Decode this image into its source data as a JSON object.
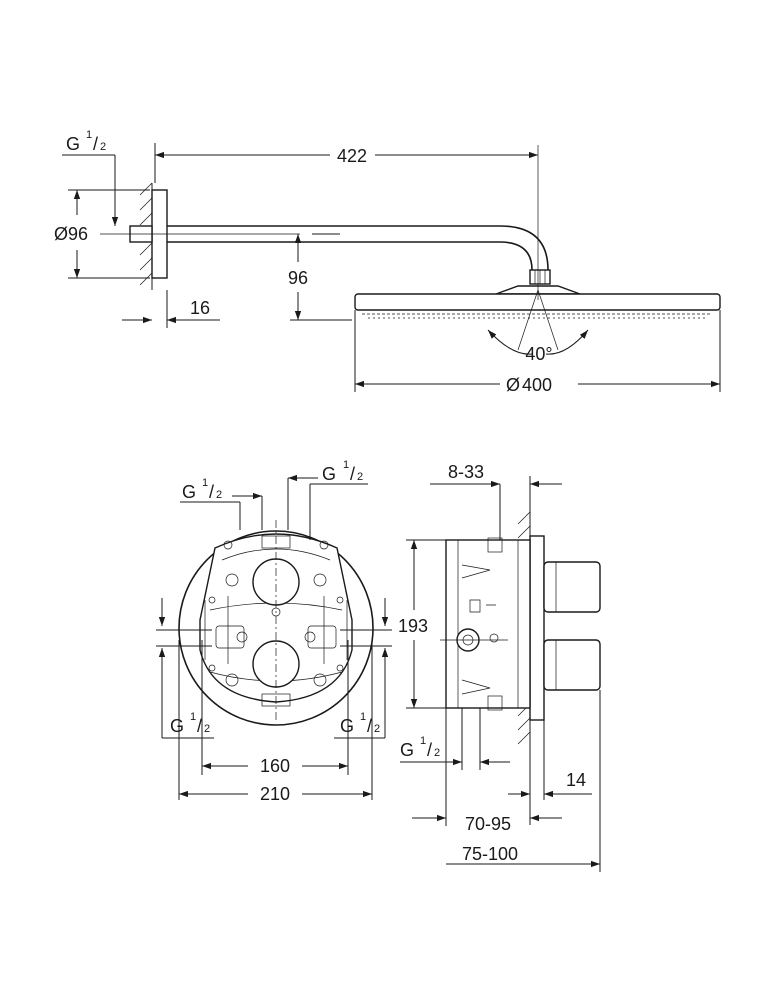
{
  "top_view": {
    "thread_label": "G",
    "thread_num": "1",
    "thread_den": "2",
    "arm_length": "422",
    "flange_diameter": "Ø96",
    "drop_height": "96",
    "wall_depth": "16",
    "spray_angle": "40°",
    "head_diameter": "400"
  },
  "front_view": {
    "thread_top_left_g": "G",
    "thread_top_left_num": "1",
    "thread_top_left_den": "2",
    "thread_top_right_g": "G",
    "thread_top_right_num": "1",
    "thread_top_right_den": "2",
    "thread_bottom_left_g": "G",
    "thread_bottom_left_num": "1",
    "thread_bottom_left_den": "2",
    "thread_bottom_right_g": "G",
    "thread_bottom_right_num": "1",
    "thread_bottom_right_den": "2",
    "inner_spacing": "160",
    "outer_diameter": "210"
  },
  "side_view": {
    "wall_range": "8-33",
    "height": "193",
    "thread_g": "G",
    "thread_num": "1",
    "thread_den": "2",
    "plate_depth": "14",
    "depth_range_1": "70-95",
    "depth_range_2": "75-100"
  }
}
